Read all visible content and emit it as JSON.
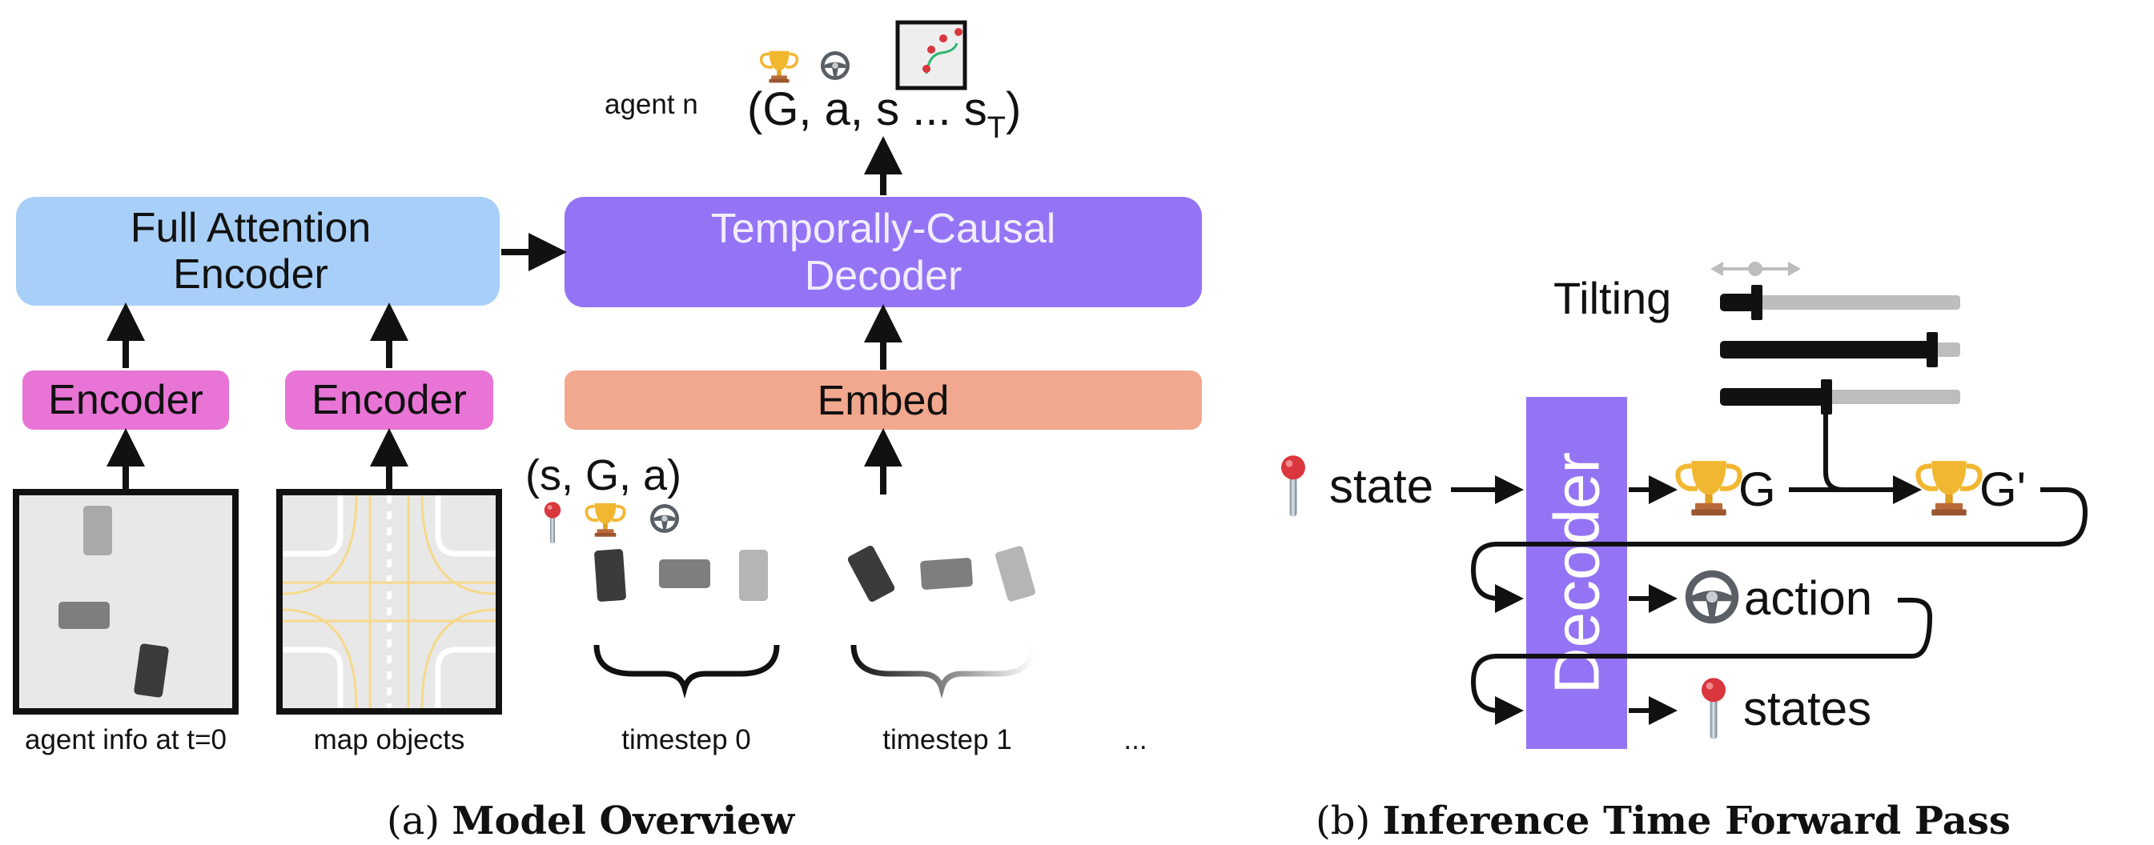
{
  "overview": {
    "full_attention_encoder": [
      "Full Attention",
      "Encoder"
    ],
    "encoder_agent": "Encoder",
    "encoder_map": "Encoder",
    "decoder": [
      "Temporally-Causal",
      "Decoder"
    ],
    "embed": "Embed",
    "agent_label": "agent n",
    "output_tuple": "(G, a, s ... s",
    "output_sub": "T",
    "output_close": ")",
    "input_tuple": "(s, G, a)",
    "agent_info_label": "agent info at t=0",
    "map_objects_label": "map objects",
    "timestep0_label": "timestep 0",
    "timestep1_label": "timestep 1",
    "ellipsis": "..."
  },
  "inference": {
    "tilting": "Tilting",
    "decoder": "Decoder",
    "state": "state",
    "g": "G",
    "g_prime": "G'",
    "action": "action",
    "states": "states",
    "slider_levels": [
      0.15,
      0.88,
      0.44
    ]
  },
  "captions": {
    "a_prefix": "(a) ",
    "a_bold": "Model Overview",
    "b_prefix": "(b) ",
    "b_bold": "Inference Time Forward Pass"
  },
  "colors": {
    "encoder_blue": "#a8cff7",
    "encoder_pink": "#e874d6",
    "decoder_purple": "#9474f5",
    "embed_salmon": "#f2a88e",
    "pin_red": "#d9363e",
    "trophy_gold": "#f2b731",
    "arrow": "#111111"
  },
  "icons": [
    "map-pin-icon",
    "trophy-icon",
    "steering-wheel-icon",
    "trajectory-icon"
  ]
}
